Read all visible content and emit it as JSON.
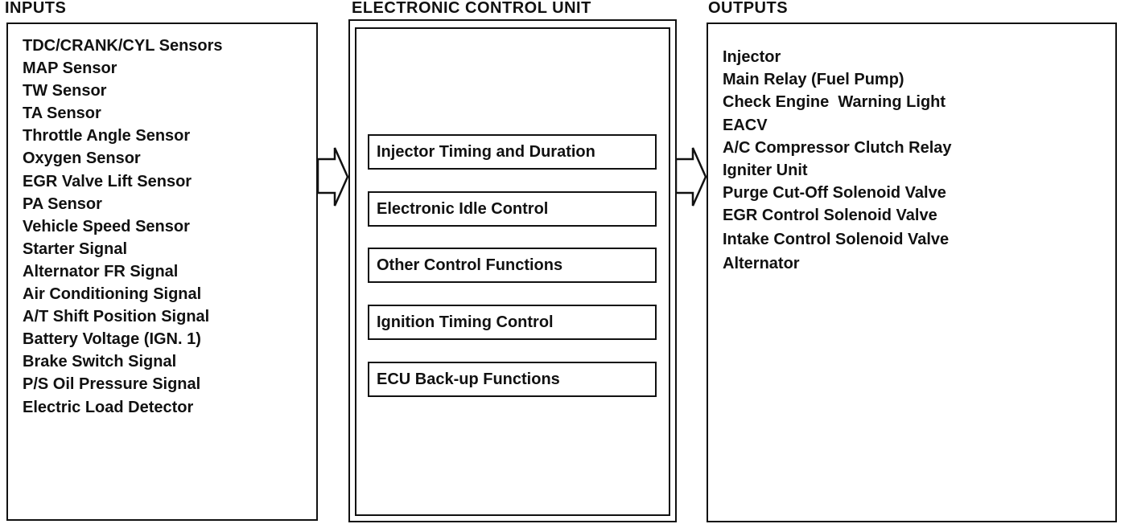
{
  "inputs": {
    "heading": "INPUTS",
    "items": [
      "TDC/CRANK/CYL Sensors",
      "MAP Sensor",
      "TW Sensor",
      "TA Sensor",
      "Throttle Angle Sensor",
      "Oxygen Sensor",
      "EGR Valve Lift Sensor",
      "PA Sensor",
      "Vehicle Speed Sensor",
      "Starter Signal",
      "Alternator FR Signal",
      "Air Conditioning Signal",
      "A/T Shift Position Signal",
      "Battery Voltage (IGN. 1)",
      "Brake Switch Signal",
      "P/S Oil Pressure Signal",
      "Electric Load Detector"
    ]
  },
  "ecu": {
    "heading": "ELECTRONIC CONTROL UNIT",
    "functions": [
      "Injector Timing and Duration",
      "Electronic Idle Control",
      "Other Control Functions",
      "Ignition Timing Control",
      "ECU Back-up Functions"
    ]
  },
  "outputs": {
    "heading": "OUTPUTS",
    "items": [
      "Injector",
      "Main Relay (Fuel Pump)",
      "Check Engine  Warning Light",
      "EACV",
      "A/C Compressor Clutch Relay",
      "Igniter Unit",
      "Purge Cut-Off Solenoid Valve",
      "EGR Control Solenoid Valve",
      "Intake Control Solenoid Valve",
      "Alternator"
    ]
  }
}
